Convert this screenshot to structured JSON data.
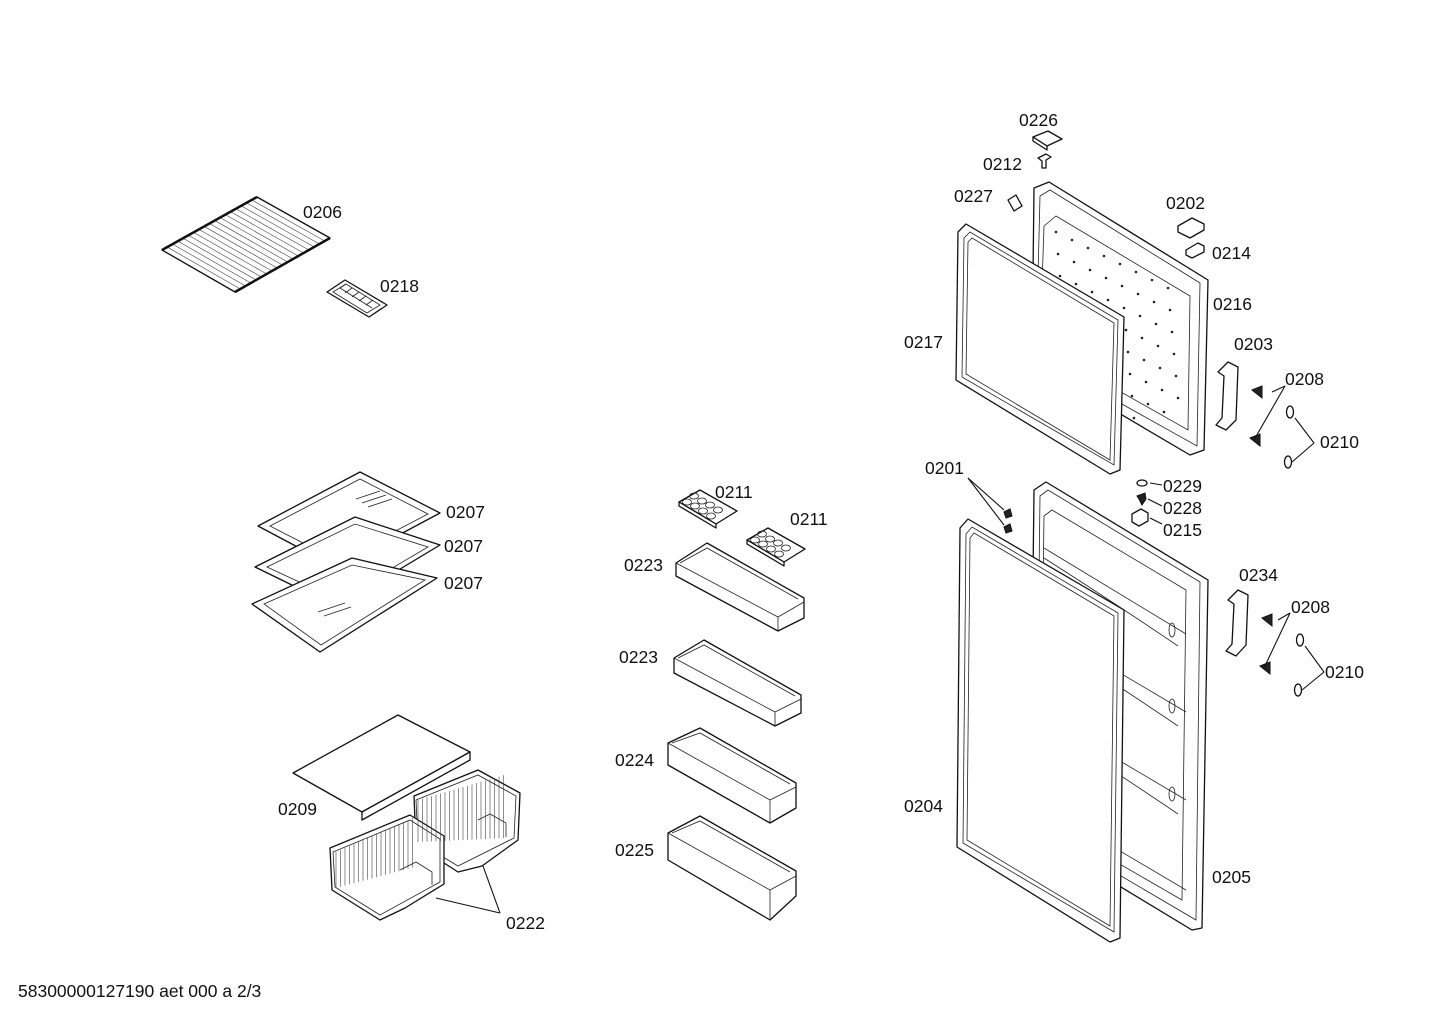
{
  "footer": "58300000127190 aet 000 a 2/3",
  "labels": {
    "p0206": "0206",
    "p0218": "0218",
    "p0207a": "0207",
    "p0207b": "0207",
    "p0207c": "0207",
    "p0209": "0209",
    "p0222": "0222",
    "p0211a": "0211",
    "p0211b": "0211",
    "p0223a": "0223",
    "p0223b": "0223",
    "p0224": "0224",
    "p0225": "0225",
    "p0226": "0226",
    "p0212": "0212",
    "p0227": "0227",
    "p0202": "0202",
    "p0214": "0214",
    "p0216": "0216",
    "p0217": "0217",
    "p0203": "0203",
    "p0208a": "0208",
    "p0210a": "0210",
    "p0201": "0201",
    "p0229": "0229",
    "p0228": "0228",
    "p0215": "0215",
    "p0234": "0234",
    "p0208b": "0208",
    "p0210b": "0210",
    "p0204": "0204",
    "p0205": "0205"
  }
}
